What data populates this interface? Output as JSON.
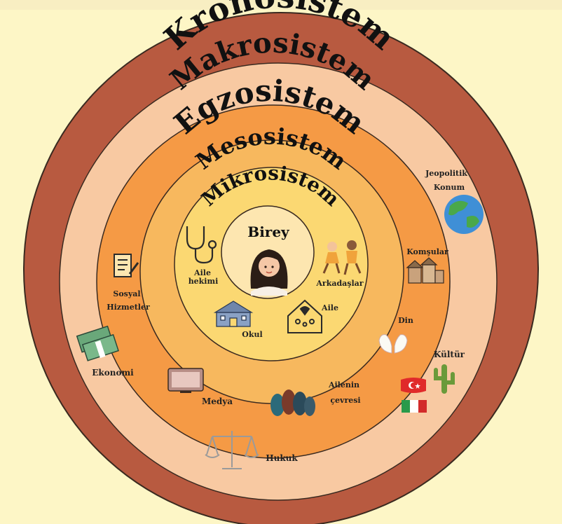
{
  "colors": {
    "background": "#fdf6c6",
    "kronosistem_ring": "#b85a40",
    "makrosistem_ring": "#f8c9a2",
    "egzosistem_ring": "#f59a45",
    "mesosistem_ring": "#f7b85e",
    "mikrosistem_ring": "#fbd872",
    "birey_core": "#fde6b0",
    "ring_stroke": "#3a2a20"
  },
  "rings": {
    "kronosistem": "Kronosistem",
    "makrosistem": "Makrosistem",
    "egzosistem": "Egzosistem",
    "mesosistem": "Mesosistem",
    "mikrosistem": "Mikrosistem",
    "birey": "Birey"
  },
  "mikro_items": {
    "aile_hekimi_1": "Aile",
    "aile_hekimi_2": "hekimi",
    "arkadaslar": "Arkadaşlar",
    "okul": "Okul",
    "aile": "Aile"
  },
  "egzo_items": {
    "sosyal_1": "Sosyal",
    "sosyal_2": "Hizmetler",
    "komsular": "Komşular",
    "din": "Din",
    "medya": "Medya",
    "ailenin_1": "Ailenin",
    "ailenin_2": "çevresi"
  },
  "makro_items": {
    "jeopolitik_1": "Jeopolitik",
    "jeopolitik_2": "Konum",
    "ekonomi": "Ekonomi",
    "kultur": "Kültür",
    "hukuk": "Hukuk"
  },
  "icons": [
    "stethoscope-icon",
    "girl-avatar-icon",
    "children-playing-icon",
    "school-icon",
    "family-home-icon",
    "document-pen-icon",
    "houses-icon",
    "praying-hands-icon",
    "tv-icon",
    "people-silhouettes-icon",
    "money-stack-icon",
    "earth-globe-icon",
    "turkey-flag-icon",
    "italy-flag-icon",
    "cactus-icon",
    "scales-icon"
  ]
}
